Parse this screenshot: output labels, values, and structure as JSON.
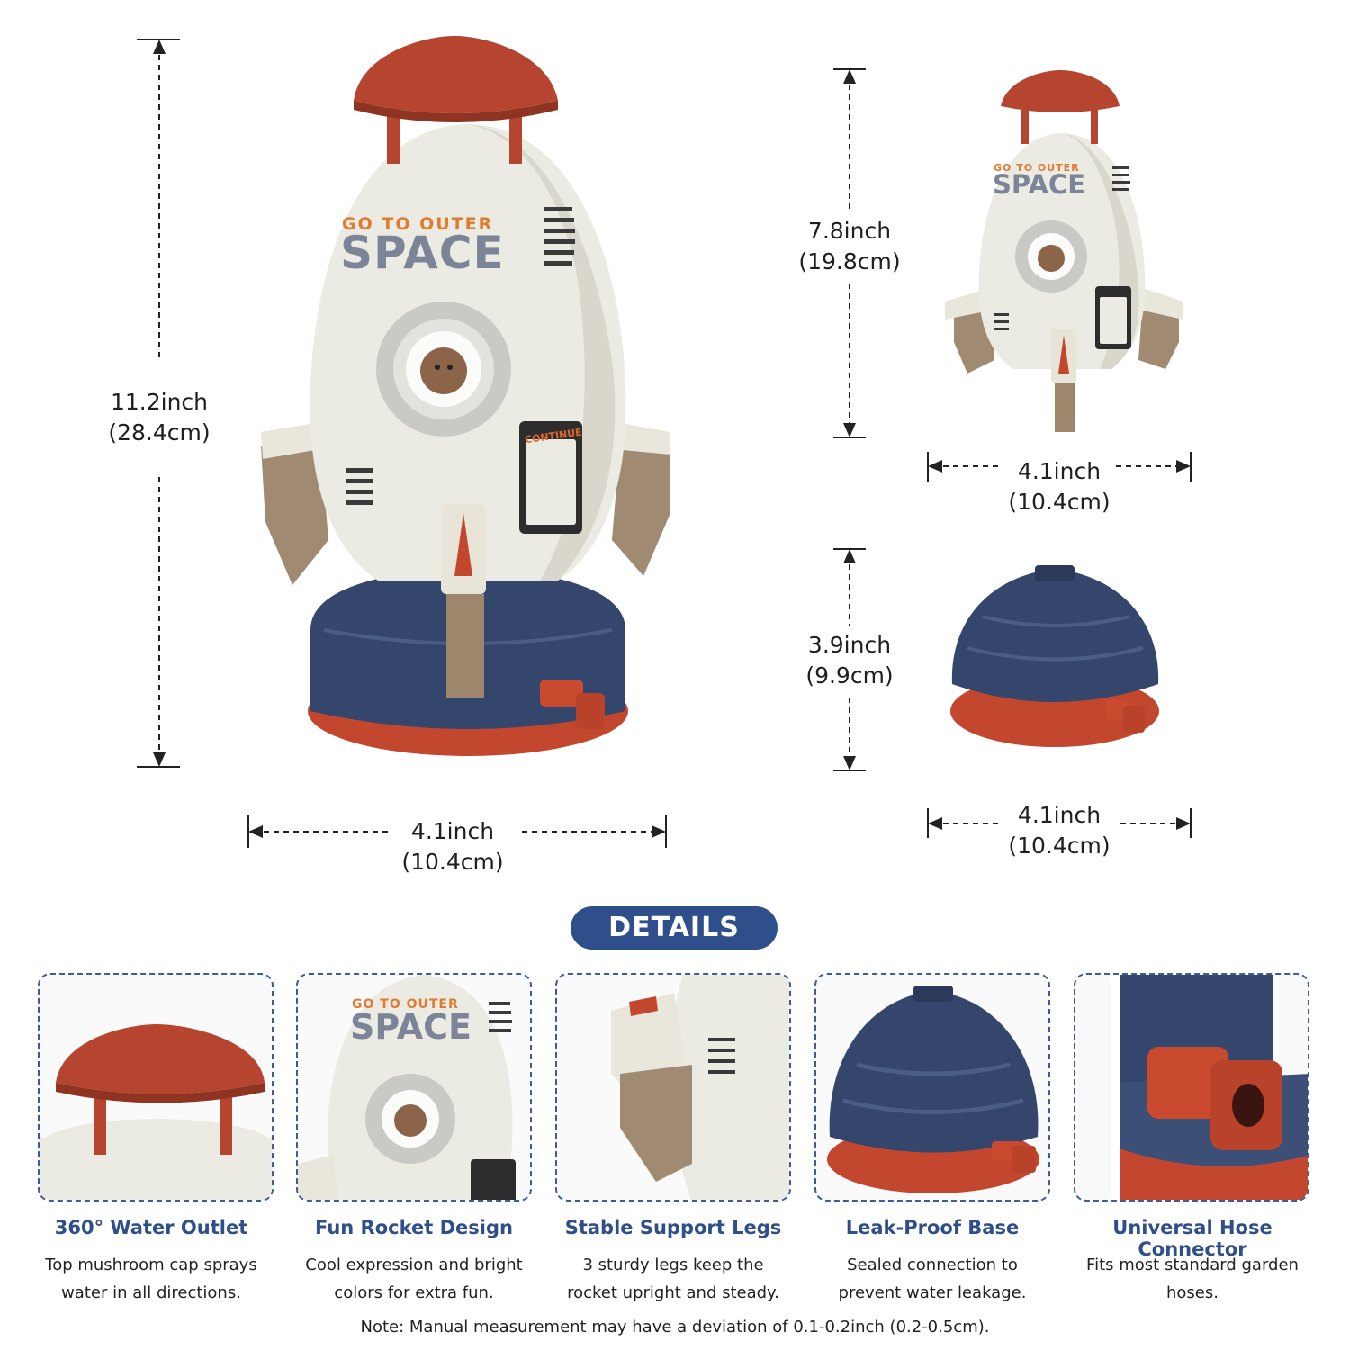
{
  "dimensions": {
    "main_height": {
      "inch": "11.2inch",
      "cm": "(28.4cm)"
    },
    "main_width": {
      "inch": "4.1inch",
      "cm": "(10.4cm)"
    },
    "rocket_height": {
      "inch": "7.8inch",
      "cm": "(19.8cm)"
    },
    "rocket_width": {
      "inch": "4.1inch",
      "cm": "(10.4cm)"
    },
    "base_height": {
      "inch": "3.9inch",
      "cm": "(9.9cm)"
    },
    "base_width": {
      "inch": "4.1inch",
      "cm": "(10.4cm)"
    }
  },
  "rocket_print": {
    "line1": "GO TO OUTER",
    "line2": "SPACE",
    "panel": "CONTINUE"
  },
  "section_title": "DETAILS",
  "features": [
    {
      "title": "360° Water Outlet",
      "desc1": "Top mushroom cap sprays",
      "desc2": "water in all directions."
    },
    {
      "title": "Fun Rocket Design",
      "desc1": "Cool expression and bright",
      "desc2": "colors for extra fun."
    },
    {
      "title": "Stable Support Legs",
      "desc1": "3 sturdy legs keep the",
      "desc2": "rocket upright and steady."
    },
    {
      "title": "Leak-Proof Base",
      "desc1": "Sealed connection to",
      "desc2": "prevent water leakage."
    },
    {
      "title": "Universal Hose Connector",
      "desc1": "Fits most standard garden",
      "desc2": "hoses."
    }
  ],
  "note": "Note: Manual measurement may have a deviation of 0.1-0.2inch (0.2-0.5cm).",
  "colors": {
    "accent_blue": "#2f4f8a",
    "cap_red": "#b5452f",
    "body_cream": "#ecebe3",
    "base_navy": "#34466b",
    "leg_tan": "#a08a72"
  }
}
